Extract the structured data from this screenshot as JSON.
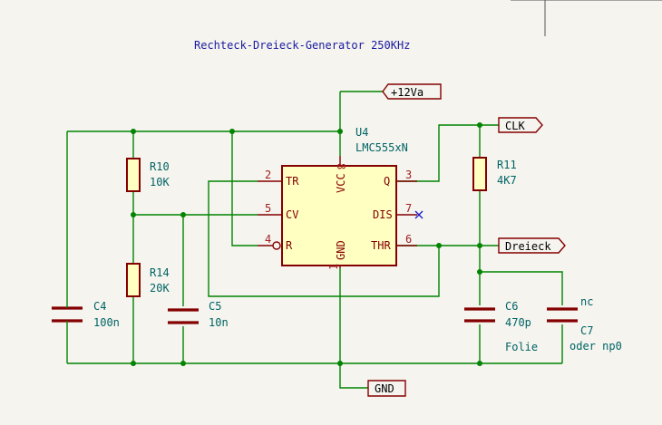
{
  "title": "Rechteck-Dreieck-Generator 250KHz",
  "u4": {
    "ref": "U4",
    "value": "LMC555xN",
    "pins": {
      "tr": {
        "name": "TR",
        "num": "2"
      },
      "cv": {
        "name": "CV",
        "num": "5"
      },
      "r": {
        "name": "R",
        "num": "4"
      },
      "vcc": {
        "name": "VCC",
        "num": "8"
      },
      "gnd": {
        "name": "GND",
        "num": "1"
      },
      "q": {
        "name": "Q",
        "num": "3"
      },
      "dis": {
        "name": "DIS",
        "num": "7"
      },
      "thr": {
        "name": "THR",
        "num": "6"
      }
    }
  },
  "components": {
    "r10": {
      "ref": "R10",
      "value": "10K"
    },
    "r14": {
      "ref": "R14",
      "value": "20K"
    },
    "r11": {
      "ref": "R11",
      "value": "4K7"
    },
    "c4": {
      "ref": "C4",
      "value": "100n"
    },
    "c5": {
      "ref": "C5",
      "value": "10n"
    },
    "c6": {
      "ref": "C6",
      "value": "470p",
      "note": "Folie"
    },
    "c7": {
      "ref": "C7",
      "value": "nc",
      "note": "oder np0"
    }
  },
  "nets": {
    "vcc": "+12Va",
    "clk": "CLK",
    "dreieck": "Dreieck",
    "gnd": "GND"
  },
  "colors": {
    "wire": "#008400",
    "component": "#840000",
    "body_fill": "#ffffc2",
    "background": "#f5f4ef",
    "label": "#006464",
    "title": "#1a1aa0"
  }
}
